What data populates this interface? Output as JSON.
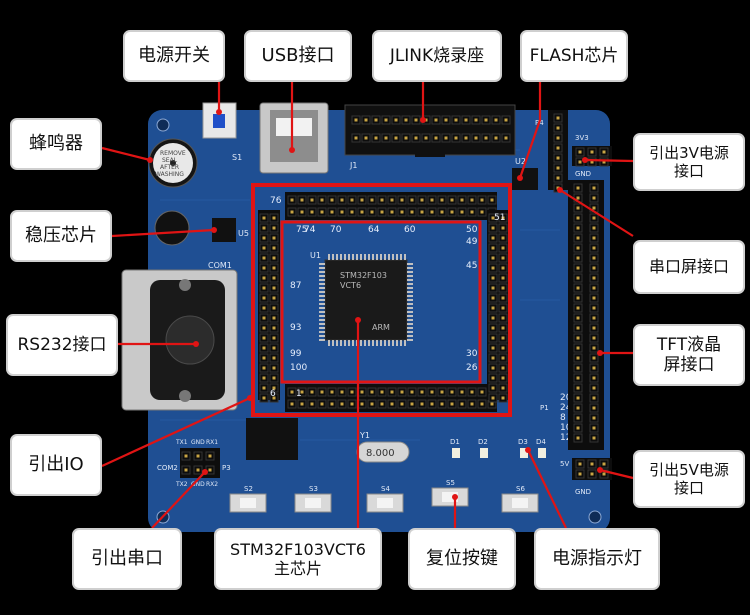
{
  "colors": {
    "pcb": "#1f4f93",
    "pcb_dark": "#163a70",
    "header": "#0d0d0d",
    "highlight": "#e01414",
    "label_bg": "#ffffff"
  },
  "labels": {
    "power_switch": "电源开关",
    "usb": "USB接口",
    "jlink": "JLINK烧录座",
    "flash": "FLASH芯片",
    "buzzer": "蜂鸣器",
    "regulator": "稳压芯片",
    "rs232": "RS232接口",
    "io": "引出IO",
    "uart": "引出串口",
    "mcu_line1": "STM32F103VCT6",
    "mcu_line2": "主芯片",
    "reset": "复位按键",
    "power_led": "电源指示灯",
    "v3_line1": "引出3V电源",
    "v3_line2": "接口",
    "serial_screen": "串口屏接口",
    "tft_line1": "TFT液晶",
    "tft_line2": "屏接口",
    "v5_line1": "引出5V电源",
    "v5_line2": "接口"
  },
  "board": {
    "chip_marking": [
      "STM32F103",
      "VCT6"
    ],
    "chip_brand": "ARM",
    "crystal": "8.000",
    "pin_numbers": [
      "76",
      "75",
      "74",
      "70",
      "64",
      "60",
      "51",
      "50",
      "49",
      "45",
      "87",
      "93",
      "99",
      "100",
      "1",
      "26",
      "30",
      "6",
      "8",
      "10",
      "12",
      "20",
      "24"
    ],
    "silk_com1": "COM1",
    "silk_com2": "COM2",
    "silk_j1": "J1",
    "silk_p1": "P1",
    "silk_p3": "P3",
    "silk_p4": "P4",
    "silk_s1": "S1",
    "silk_u1": "U1",
    "silk_u2": "U2",
    "silk_u5": "U5",
    "silk_y1": "Y1",
    "silk_buzzer": [
      "REMOVE",
      "SEAL",
      "AFTER",
      "WASHING"
    ],
    "silk_uart_pins": [
      "TX1",
      "GND",
      "RX1",
      "TX2",
      "GND",
      "RX2"
    ],
    "silk_3v": [
      "3V3",
      "GND"
    ],
    "silk_5v": [
      "5V",
      "GND"
    ],
    "buttons": [
      "S2",
      "S3",
      "S4",
      "S5",
      "S6"
    ],
    "leds": [
      "D1",
      "D2",
      "D3",
      "D4"
    ]
  }
}
